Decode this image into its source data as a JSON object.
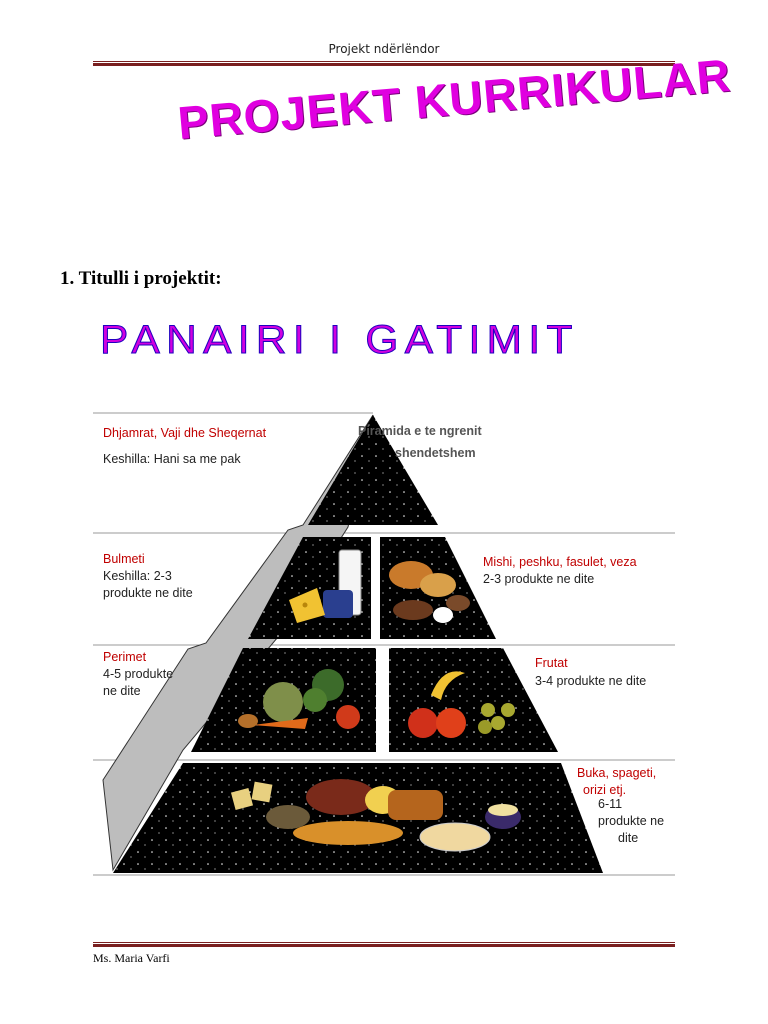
{
  "header": {
    "text": "Projekt ndërlëndor"
  },
  "wordart_title": "PROJEKT KURRIKULAR",
  "section_title": "1. Titulli  i projektit:",
  "project_name": "PANAIRI I GATIMIT",
  "pyramid": {
    "title_line1": "Piramida e te ngrenit",
    "title_line2": "shendetshem",
    "tiers": [
      {
        "label": "Dhjamrat, Vaji dhe Sheqernat",
        "advice": "Keshilla: Hani sa me pak"
      },
      {
        "label": "Bulmeti",
        "advice_line1": "Keshilla:  2-3",
        "advice_line2": "produkte ne dite"
      },
      {
        "label": "Mishi, peshku, fasulet, veza",
        "advice": "2-3 produkte ne dite"
      },
      {
        "label": "Perimet",
        "advice_line1": "4-5 produkte",
        "advice_line2": "ne dite"
      },
      {
        "label": "Frutat",
        "advice": "3-4 produkte ne dite"
      },
      {
        "label_line1": "Buka, spageti,",
        "label_line2": "orizi etj.",
        "advice_line1": "6-11",
        "advice_line2": "produkte ne",
        "advice_line3": "dite"
      }
    ]
  },
  "footer": {
    "text": "Ms. Maria Varfi"
  },
  "colors": {
    "accent": "#e000e0",
    "rule": "#7a2020",
    "tier_label": "#c00000"
  }
}
